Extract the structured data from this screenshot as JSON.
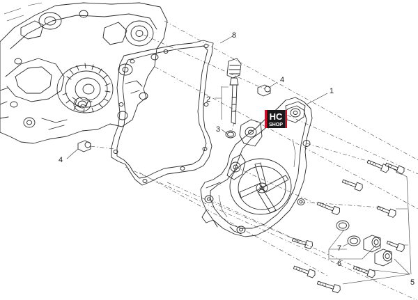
{
  "diagram": {
    "callouts": [
      {
        "id": "c1",
        "label": "1"
      },
      {
        "id": "c2",
        "label": "2"
      },
      {
        "id": "c3",
        "label": "3"
      },
      {
        "id": "c4a",
        "label": "4"
      },
      {
        "id": "c4b",
        "label": "4"
      },
      {
        "id": "c5",
        "label": "5"
      },
      {
        "id": "c6",
        "label": "6"
      },
      {
        "id": "c7",
        "label": "7"
      },
      {
        "id": "c8",
        "label": "8"
      }
    ],
    "logo": {
      "line1": "HC",
      "line2": "SHOP",
      "accent": "#d0102a"
    }
  }
}
